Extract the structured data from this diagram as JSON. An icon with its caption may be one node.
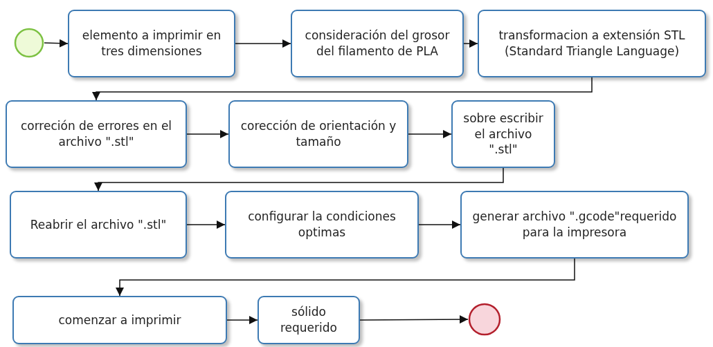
{
  "diagram": {
    "nodes": [
      {
        "text": [],
        "shape": "circle"
      },
      {
        "text": [
          "elemento a imprimir en tres dimensiones"
        ]
      },
      {
        "text": [
          "consideración del grosor del filamento de PLA"
        ]
      },
      {
        "text": [
          "transformacion a extensión STL (Standard Triangle Language)"
        ]
      },
      {
        "text": [
          "correción de errores en el archivo \".stl\""
        ]
      },
      {
        "text": [
          "corección de orientación y tamaño"
        ]
      },
      {
        "text": [
          "sobre escribir el archivo \".stl\""
        ]
      },
      {
        "text": [
          "Reabrir el archivo \".stl\""
        ]
      },
      {
        "text": [
          "configurar la condiciones optimas"
        ]
      },
      {
        "text": [
          "generar archivo \".gcode\"requerido para la impresora"
        ]
      },
      {
        "text": [
          "comenzar a imprimir"
        ]
      },
      {
        "text": [
          "sólido requerido"
        ]
      },
      {
        "text": [],
        "shape": "circle"
      }
    ],
    "edges": [
      {
        "from": 0,
        "to": 1,
        "arrow": "to"
      },
      {
        "from": 1,
        "to": 2,
        "arrow": "to"
      },
      {
        "from": 2,
        "to": 3,
        "arrow": "to"
      },
      {
        "from": 3,
        "to": 4,
        "arrow": "to"
      },
      {
        "from": 4,
        "to": 5,
        "arrow": "to"
      },
      {
        "from": 5,
        "to": 6,
        "arrow": "to"
      },
      {
        "from": 6,
        "to": 7,
        "arrow": "to"
      },
      {
        "from": 7,
        "to": 8,
        "arrow": "to"
      },
      {
        "from": 8,
        "to": 9,
        "arrow": "to"
      },
      {
        "from": 9,
        "to": 10,
        "arrow": "to"
      },
      {
        "from": 10,
        "to": 11,
        "arrow": "to"
      },
      {
        "from": 11,
        "to": 12,
        "arrow": "to"
      }
    ]
  }
}
